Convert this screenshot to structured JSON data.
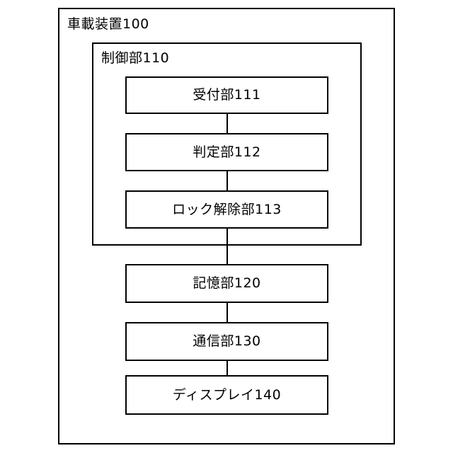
{
  "diagram": {
    "type": "block-diagram",
    "outer_block": {
      "label": "車載装置100",
      "reference_numeral": "100"
    },
    "control_block": {
      "label": "制御部110",
      "reference_numeral": "110"
    },
    "units": [
      {
        "label": "受付部111",
        "reference_numeral": "111",
        "parent": "制御部110"
      },
      {
        "label": "判定部112",
        "reference_numeral": "112",
        "parent": "制御部110"
      },
      {
        "label": "ロック解除部113",
        "reference_numeral": "113",
        "parent": "制御部110"
      },
      {
        "label": "記憶部120",
        "reference_numeral": "120",
        "parent": "車載装置100"
      },
      {
        "label": "通信部130",
        "reference_numeral": "130",
        "parent": "車載装置100"
      },
      {
        "label": "ディスプレイ140",
        "reference_numeral": "140",
        "parent": "車載装置100"
      }
    ],
    "connections": [
      {
        "from": "受付部111",
        "to": "判定部112"
      },
      {
        "from": "判定部112",
        "to": "ロック解除部113"
      },
      {
        "from": "ロック解除部113",
        "to": "記憶部120"
      },
      {
        "from": "記憶部120",
        "to": "通信部130"
      },
      {
        "from": "通信部130",
        "to": "ディスプレイ140"
      }
    ],
    "colors": {
      "line": "#000000",
      "background": "#ffffff",
      "text": "#000000"
    }
  }
}
